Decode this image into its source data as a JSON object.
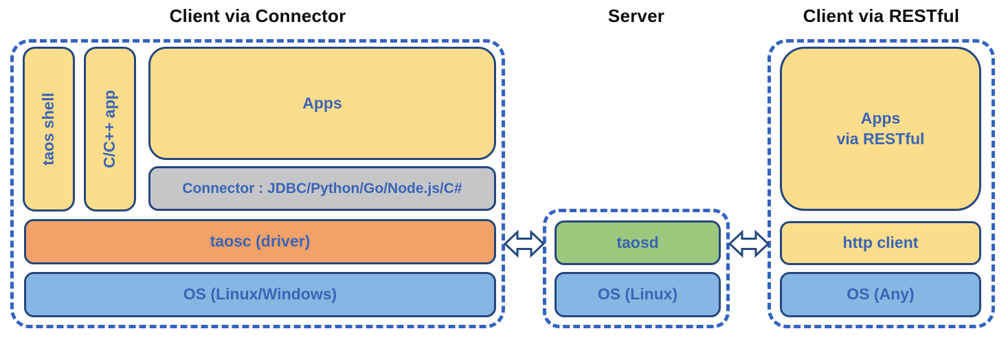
{
  "titles": {
    "connector": "Client via Connector",
    "server": "Server",
    "restful": "Client via RESTful"
  },
  "connector_section": {
    "taos_shell": "taos shell",
    "cpp_app": "C/C++ app",
    "apps": "Apps",
    "connector_bar": "Connector : JDBC/Python/Go/Node.js/C#",
    "taosc": "taosc (driver)",
    "os": "OS (Linux/Windows)"
  },
  "server_section": {
    "taosd": "taosd",
    "os": "OS (Linux)"
  },
  "restful_section": {
    "apps": "Apps\nvia RESTful",
    "http_client": "http client",
    "os": "OS (Any)"
  },
  "icons": {
    "left_link": "double-headed-arrow",
    "right_link": "double-headed-arrow"
  },
  "colors": {
    "yellow": "#fbdd8b",
    "orange": "#f2a169",
    "blue-box": "#85b7e2",
    "green": "#9cc87e",
    "gray": "#c6c6c9",
    "navy": "#24477e",
    "dash-blue": "#3363c1",
    "text-blue": "#3a64b5",
    "title-black": "#0d0d0d"
  }
}
